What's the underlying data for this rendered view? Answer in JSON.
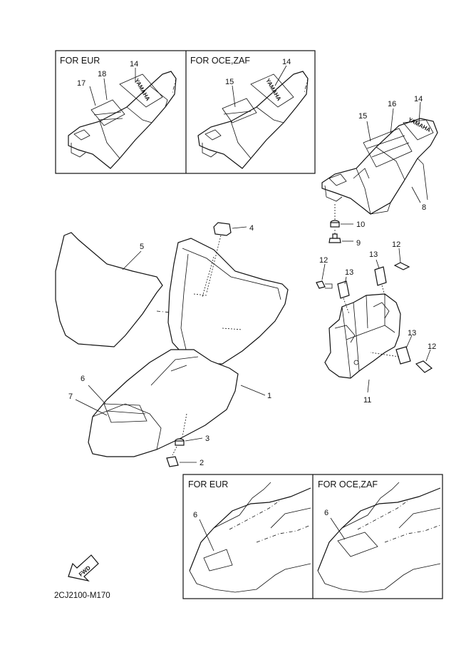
{
  "insets": {
    "top_left_title": "FOR EUR",
    "top_right_title": "FOR OCE,ZAF",
    "bottom_left_title": "FOR EUR",
    "bottom_right_title": "FOR OCE,ZAF"
  },
  "brand_mark": "YAMAHA",
  "fwd_label": "FWD",
  "drawing_code": "2CJ2100-M170",
  "callouts": {
    "n1": "1",
    "n2": "2",
    "n3": "3",
    "n4": "4",
    "n5": "5",
    "n6": "6",
    "n6b": "6",
    "n6c": "6",
    "n7": "7",
    "n8": "8",
    "n9": "9",
    "n10": "10",
    "n11": "11",
    "n12a": "12",
    "n12b": "12",
    "n12c": "12",
    "n13a": "13",
    "n13b": "13",
    "n13c": "13",
    "n14a": "14",
    "n14b": "14",
    "n14c": "14",
    "n15a": "15",
    "n15b": "15",
    "n16": "16",
    "n17": "17",
    "n18": "18"
  }
}
